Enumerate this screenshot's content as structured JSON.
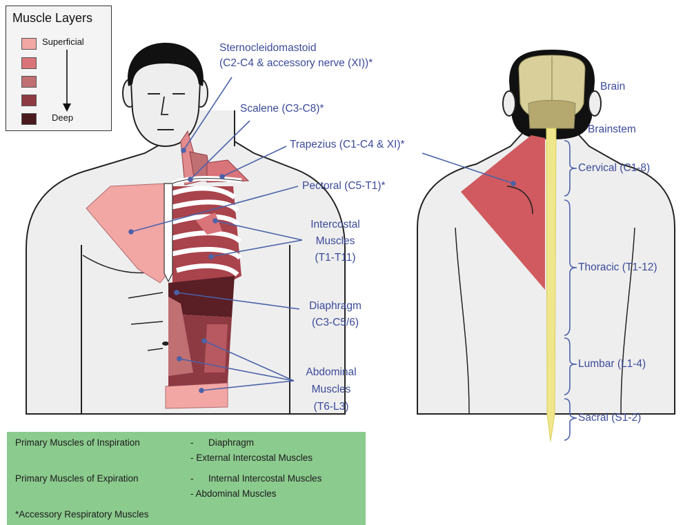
{
  "legend": {
    "title": "Muscle Layers",
    "superficial": "Superficial",
    "deep": "Deep",
    "layer_colors": [
      "#f2a7a5",
      "#d9747a",
      "#c06f73",
      "#8e3a43",
      "#4a1a1f"
    ]
  },
  "front_labels": {
    "scm_1": "Sternocleidomastoid",
    "scm_2": "(C2-C4 & accessory nerve (XI))*",
    "scalene": "Scalene (C3-C8)*",
    "trapezius": "Trapezius (C1-C4 & XI)*",
    "pectoral": "Pectoral (C5-T1)*",
    "intercostal_1": "Intercostal",
    "intercostal_2": "Muscles",
    "intercostal_3": "(T1-T11)",
    "diaphragm_1": "Diaphragm",
    "diaphragm_2": "(C3-C5/6)",
    "abdominal_1": "Abdominal",
    "abdominal_2": "Muscles",
    "abdominal_3": "(T6-L3)"
  },
  "back_labels": {
    "brain": "Brain",
    "brainstem": "Brainstem",
    "cervical": "Cervical (C1-8)",
    "thoracic": "Thoracic (T1-12)",
    "lumbar": "Lumbar (L1-4)",
    "sacral": "Sacral (S1-2)"
  },
  "summary": {
    "inspiration_label": "Primary Muscles of Inspiration",
    "inspiration_dash": "-",
    "inspiration_1": "Diaphragm",
    "inspiration_2": "- External Intercostal Muscles",
    "expiration_label": "Primary Muscles of Expiration",
    "expiration_dash": "-",
    "expiration_1": "Internal Intercostal Muscles",
    "expiration_2": "- Abdominal Muscles",
    "footnote": "*Accessory Respiratory Muscles"
  },
  "colors": {
    "label_blue": "#3c4a9a",
    "leader_line": "#4a62a8",
    "panel_green": "#8ccb8e",
    "skin": "#eeeeee",
    "spinal_cord": "#f0e68c",
    "brain": "#d8cf9a"
  }
}
